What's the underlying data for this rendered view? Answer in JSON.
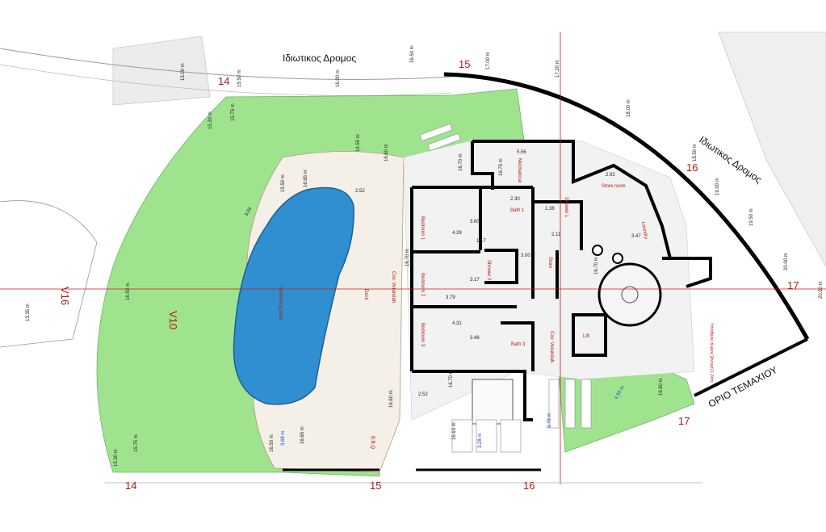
{
  "colors": {
    "lawn": "#9fe38f",
    "pool": "#2f8fd0",
    "paving": "#f2f2f2",
    "wall": "#000000",
    "gridline": "#cc1a1a"
  },
  "roads": {
    "top": "Ιδιωτικος Δρομος",
    "right": "Ιδιωτικος Δρομος",
    "boundary": "ΟΡΙΟ ΤΕΜΑΧΙΟΥ"
  },
  "grid": {
    "g14_top": "14",
    "g15_top": "15",
    "g16_top": "16",
    "g17_right": "17",
    "g14_bottom": "14",
    "g15_bottom": "15",
    "g16_bottom": "16",
    "g17_bottom": "17",
    "v16": "V16",
    "v10": "V10"
  },
  "rooms": {
    "mechanical": "Mechanical",
    "bath1": "Bath 1",
    "shower1": "Shower 1",
    "store_room": "Store room",
    "laundry": "Laundry",
    "bedroom1": "Bedroom 1",
    "store": "Store",
    "shower2": "Shower 2",
    "bedroom2": "Bedroom 2",
    "cov_verandah_left": "Cov. Verandah",
    "bedroom3": "Bedroom 3",
    "bath3": "Bath 3",
    "cov_verandah_right": "Cov. Verandah",
    "lift": "Lift",
    "swimming_pool": "Swimming pool",
    "deck": "Deck",
    "bbq": "B.B.Q"
  },
  "levels": {
    "l1": "15.00 m",
    "l2": "15.50 m",
    "l3": "16.00 m",
    "l4": "16.50 m",
    "l5": "17.00 m",
    "l6": "17.20 m",
    "l7": "18.00 m",
    "l8": "18.50 m",
    "l9": "19.00 m",
    "l10": "19.50 m",
    "l11": "20.00 m",
    "l12": "20.50 m",
    "l13": "15.30 m",
    "l14": "15.75 m",
    "l15": "16.55 m",
    "l16": "16.60 m",
    "l17": "16.70 m",
    "l18": "16.75 m",
    "l19": "16.65 m",
    "l20": "15.50 m",
    "l21": "13.35 m",
    "l22": "16.50 m",
    "l23": "16.70 m",
    "l24": "15.30 m",
    "l25": "15.75 m",
    "l26": "16.50 m",
    "l27": "16.65 m",
    "l28": "16.63 m",
    "l29": "16.60 m",
    "l30": "16.70 m",
    "l31": "16.70 m",
    "l32": "16.60 m"
  },
  "dims": {
    "d_pool_top": "2.52",
    "d_pool_side": "3.04",
    "d_mech": "5.56",
    "d_shower": "1.38",
    "d_bath": "2.30",
    "d_store": "2.92",
    "d_bed1": "4.29",
    "d_bed2": "3.79",
    "d_bed3": "4.31",
    "d_117": "1.17",
    "d_300": "3.00",
    "d_360": "3.60",
    "d_211": "2.11",
    "d_347": "3.47",
    "d_bbq": "2.52",
    "d_b1": "3.17",
    "d_b3": "3.48",
    "d_blue1": "3.68 m",
    "d_blue2": "3.28 m",
    "d_blue3": "5.78 m",
    "d_blue4": "4.55 m"
  },
  "annotation": "Υπαιθριος Χωρος [Ανοιχτ] 1.24m"
}
